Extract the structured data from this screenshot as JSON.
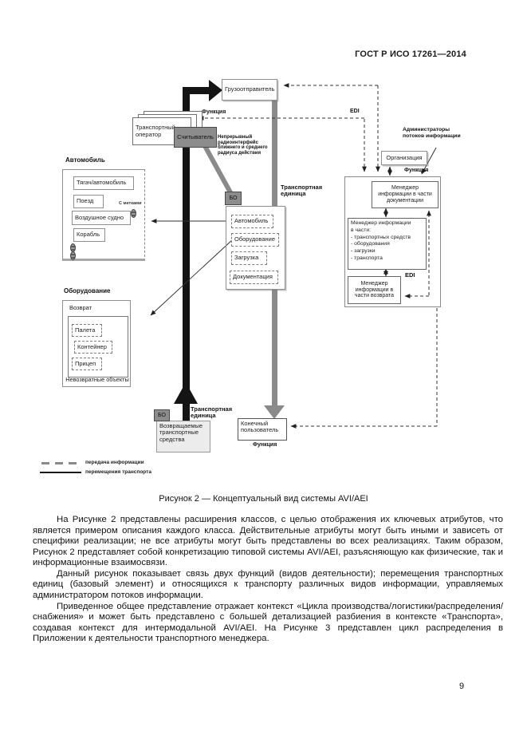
{
  "header": {
    "title": "ГОСТ Р ИСО 17261—2014"
  },
  "diagram": {
    "shipper": "Грузоотправитель",
    "transport_operator": "Транспортный оператор",
    "reader": "Считыватель",
    "radio_note": "Непрерывный радиоинтерфейс ближнего и среднего радиуса действия",
    "obu_top": "БО",
    "obu_bottom": "БО",
    "function_top": "Функция",
    "edi_top": "EDI",
    "function_right": "Функция",
    "edi_right": "EDI",
    "function_bottom": "Функция",
    "admins_label": "Администраторы потоков информации",
    "organization": "Организация",
    "manager_doc": "Менеджер информации в части документации",
    "manager_parts": [
      "Менеджер информации",
      "в части:",
      "- транспортных средств",
      "- оборудования",
      "- загрузки",
      "- транспорта"
    ],
    "manager_return": "Менеджер информации в части возврата",
    "vehicle_section": "Автомобиль",
    "vehicle_items": [
      "Тягач/автомобиль",
      "Поезд",
      "Воздушное судно",
      "Корабль"
    ],
    "with_tags": "С метками",
    "unit_label_center": "Транспортная единица",
    "unit_items": [
      "Автомобиль",
      "Оборудование",
      "Загрузка",
      "Документация"
    ],
    "equipment_section": "Оборудование",
    "returnable": "Возврат",
    "equipment_items": [
      "Палета",
      "Контейнер",
      "Прицеп"
    ],
    "non_returnable": "Невозвратные объекты",
    "unit_label_bottom": "Транспортная единица",
    "returned_vehicles": "Возвращаемые транспортные средства",
    "end_user": "Конечный пользователь",
    "legend": [
      {
        "style": "dashed",
        "label": "передача информации"
      },
      {
        "style": "solid",
        "label": "перемещения транспорта"
      }
    ],
    "caption": "Рисунок 2 — Концептуальный вид системы AVI/AEI",
    "colors": {
      "dark_box": "#8c8c8c",
      "movement_gray": "#8a8a8a",
      "movement_black": "#141414"
    }
  },
  "body": {
    "paragraphs": [
      "На Рисунке 2 представлены расширения классов, с целью отображения их ключевых атрибутов, что является примером описания каждого класса. Действительные атрибуты могут быть иными и зависеть от специфики реализации; не все атрибуты могут быть представлены во всех реализациях. Таким образом, Рисунок 2 представляет собой конкретизацию типовой системы AVI/AEI, разъясняющую как физические, так и информационные взаимосвязи.",
      "Данный рисунок показывает связь двух функций (видов деятельности); перемещения транспортных единиц (базовый элемент) и относящихся к транспорту различных видов информации, управляемых администратором потоков информации.",
      "Приведенное общее представление отражает контекст «Цикла производства/логистики/распределения/снабжения» и может быть представлено с большей детализацией разбиения в контексте «Транспорта», создавая контекст для интермодальной AVI/AEI. На Рисунке 3 представлен цикл распределения в Приложении к деятельности транспортного менеджера."
    ]
  },
  "footer": {
    "page_number": "9"
  }
}
